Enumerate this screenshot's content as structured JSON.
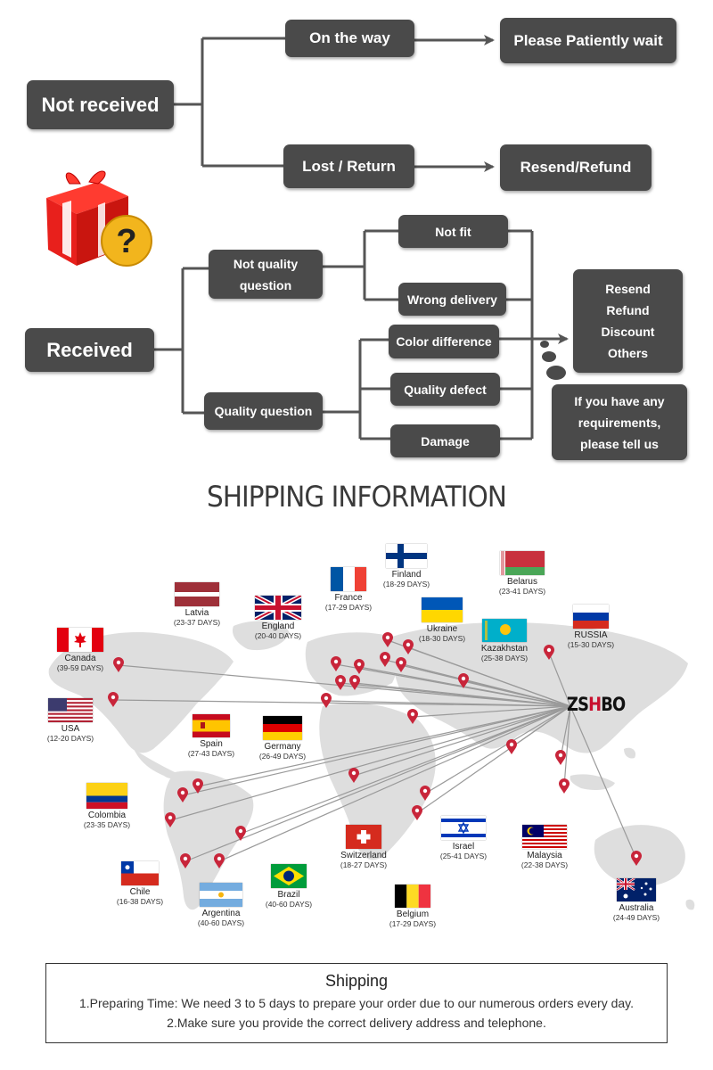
{
  "flow": {
    "not_received": "Not received",
    "on_the_way": "On the way",
    "please_wait": "Please Patiently wait",
    "lost_return": "Lost / Return",
    "resend_refund": "Resend/Refund",
    "received": "Received",
    "not_quality": [
      "Not quality",
      "question"
    ],
    "quality_question": "Quality question",
    "not_fit": "Not fit",
    "wrong_delivery": "Wrong delivery",
    "color_difference": "Color difference",
    "quality_defect": "Quality defect",
    "damage": "Damage",
    "solutions": [
      "Resend",
      "Refund",
      "Discount",
      "Others"
    ],
    "requirements": [
      "If you have any",
      "requirements,",
      "please tell us"
    ]
  },
  "icons": {
    "gift": "gift-box-question-icon",
    "pin": "map-pin-icon"
  },
  "colors": {
    "box_bg": "#4a4a4a",
    "box_text": "#ffffff",
    "line": "#555555",
    "gift_red": "#e8201c",
    "badge_gold": "#f2b51d",
    "pin": "#c8253a",
    "map": "#dcdcdc"
  },
  "shipping_title": "SHIPPING INFORMATION",
  "brand": {
    "pre": "ZS",
    "hl": "H",
    "post": "BO"
  },
  "countries": [
    {
      "name": "Finland",
      "days": "(18-29 DAYS)",
      "flag": "finland"
    },
    {
      "name": "Belarus",
      "days": "(23-41 DAYS)",
      "flag": "belarus"
    },
    {
      "name": "France",
      "days": "(17-29 DAYS)",
      "flag": "france"
    },
    {
      "name": "Latvia",
      "days": "(23-37 DAYS)",
      "flag": "latvia"
    },
    {
      "name": "England",
      "days": "(20-40 DAYS)",
      "flag": "uk"
    },
    {
      "name": "Ukraine",
      "days": "(18-30 DAYS)",
      "flag": "ukraine"
    },
    {
      "name": "RUSSIA",
      "days": "(15-30 DAYS)",
      "flag": "russia"
    },
    {
      "name": "Kazakhstan",
      "days": "(25-38 DAYS)",
      "flag": "kazakhstan"
    },
    {
      "name": "Canada",
      "days": "(39-59 DAYS)",
      "flag": "canada"
    },
    {
      "name": "USA",
      "days": "(12-20 DAYS)",
      "flag": "usa"
    },
    {
      "name": "Spain",
      "days": "(27-43 DAYS)",
      "flag": "spain"
    },
    {
      "name": "Germany",
      "days": "(26-49 DAYS)",
      "flag": "germany"
    },
    {
      "name": "Colombia",
      "days": "(23-35 DAYS)",
      "flag": "colombia"
    },
    {
      "name": "Switzerland",
      "days": "(18-27 DAYS)",
      "flag": "switzerland"
    },
    {
      "name": "Israel",
      "days": "(25-41 DAYS)",
      "flag": "israel"
    },
    {
      "name": "Malaysia",
      "days": "(22-38 DAYS)",
      "flag": "malaysia"
    },
    {
      "name": "Chile",
      "days": "(16-38 DAYS)",
      "flag": "chile"
    },
    {
      "name": "Brazil",
      "days": "(40-60 DAYS)",
      "flag": "brazil"
    },
    {
      "name": "Argentina",
      "days": "(40-60 DAYS)",
      "flag": "argentina"
    },
    {
      "name": "Belgium",
      "days": "(17-29 DAYS)",
      "flag": "belgium"
    },
    {
      "name": "Australia",
      "days": "(24-49 DAYS)",
      "flag": "australia"
    }
  ],
  "notice": {
    "title": "Shipping",
    "line1": "1.Preparing Time: We need 3 to 5 days to prepare your order due to our numerous orders every day.",
    "line2": "2.Make sure you provide the correct delivery address and telephone."
  }
}
